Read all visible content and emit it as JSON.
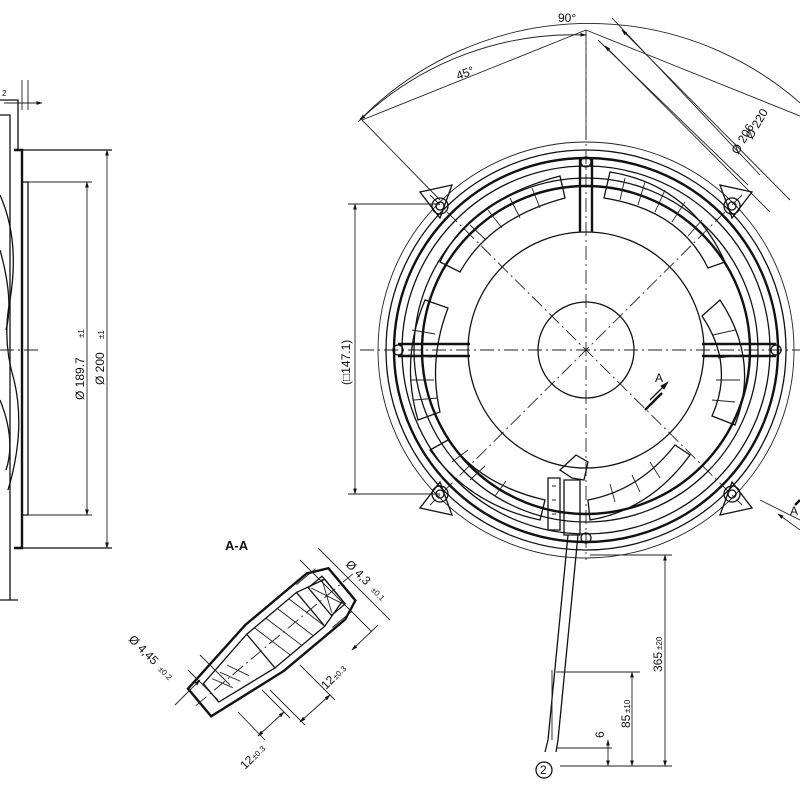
{
  "side_view": {
    "dim_inner": "Ø 189.7",
    "dim_inner_tol": "±1",
    "dim_outer": "Ø 200",
    "dim_outer_tol": "±1",
    "dim_top": "2"
  },
  "front_view": {
    "angle_90": "90°",
    "angle_45": "45°",
    "dia_220": "Ø 220",
    "dia_206": "Ø 206",
    "square": "(□147.1)",
    "section_mark": "A",
    "section_mark_2": "A"
  },
  "section_view": {
    "title": "A-A",
    "dia_4_3": "Ø 4,3",
    "dia_4_3_tol": "±0.1",
    "dia_4_45": "Ø 4,45",
    "dia_4_45_tol": "±0.2",
    "dim_12a": "12",
    "dim_12a_tol": "±0.3",
    "dim_12b": "12",
    "dim_12b_tol": "±0.3"
  },
  "cable": {
    "len_365": "365",
    "len_365_tol": "±20",
    "len_85": "85",
    "len_85_tol": "±10",
    "len_6": "6",
    "callout": "2"
  }
}
